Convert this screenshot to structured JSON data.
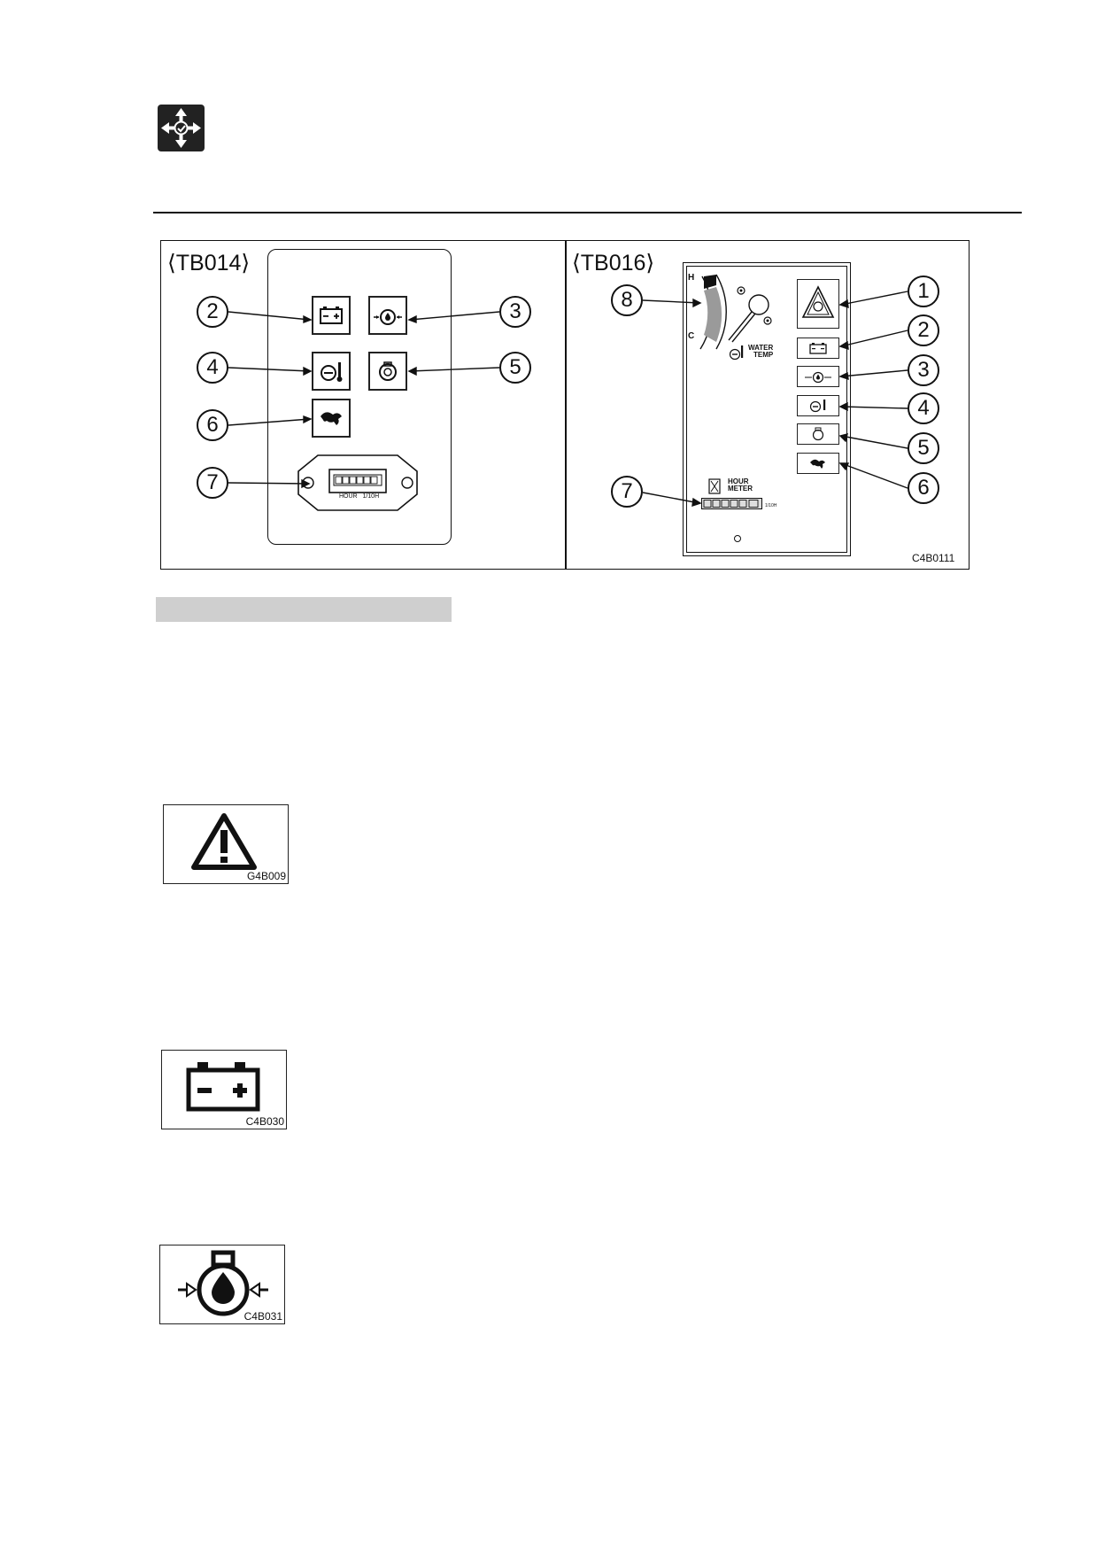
{
  "figure": {
    "left_panel": {
      "title": "⟨TB014⟩",
      "callouts": [
        "2",
        "3",
        "4",
        "5",
        "6",
        "7"
      ],
      "hour_meter_text": "HOUR   1/10H"
    },
    "right_panel": {
      "title": "⟨TB016⟩",
      "callouts": [
        "8",
        "1",
        "2",
        "3",
        "4",
        "5",
        "6",
        "7"
      ],
      "gauge_hot": "H",
      "gauge_cold": "C",
      "water_temp": [
        "WATER",
        "TEMP"
      ],
      "hour_meter": [
        "HOUR",
        "METER"
      ],
      "hour_meter_unit": "1/10H",
      "code": "C4B0111"
    }
  },
  "icons": [
    {
      "name": "warning-triangle-icon",
      "code": "G4B009"
    },
    {
      "name": "battery-icon",
      "code": "C4B030"
    },
    {
      "name": "oil-pressure-icon",
      "code": "C4B031"
    }
  ]
}
